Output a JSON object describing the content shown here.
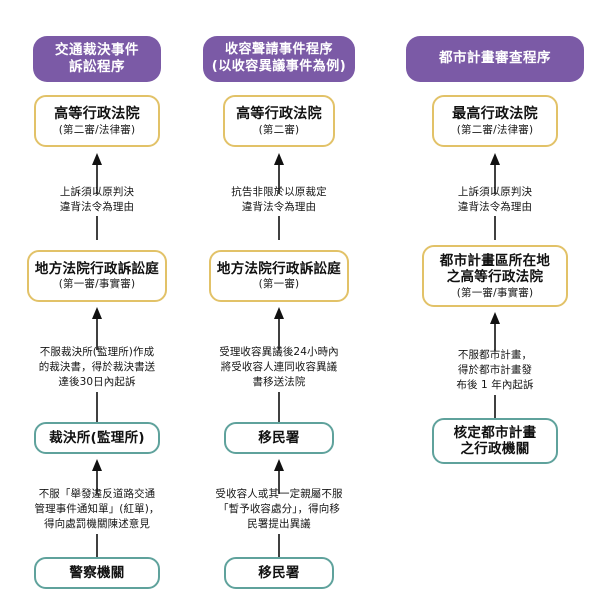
{
  "diagram": {
    "title": "行政訴訟程序流程圖",
    "colors": {
      "header_purple": "#7b5aa6",
      "court_border_gold": "#e2c268",
      "agency_border_teal": "#5fa29c",
      "arrow_black": "#111111",
      "background": "#ffffff"
    },
    "columns": [
      {
        "id": "traffic",
        "header": "交通裁決事件\n訴訟程序",
        "nodes": [
          {
            "id": "t1",
            "kind": "court",
            "title": "高等行政法院",
            "sub": "(第二審/法律審)"
          },
          {
            "id": "t2",
            "kind": "court",
            "title": "地方法院行政訴訟庭",
            "sub": "(第一審/事實審)"
          },
          {
            "id": "t3",
            "kind": "agency",
            "title": "裁決所(監理所)",
            "sub": ""
          },
          {
            "id": "t4",
            "kind": "agency",
            "title": "警察機關",
            "sub": ""
          }
        ],
        "edges": [
          {
            "from": "t2",
            "to": "t1",
            "label": "上訴須以原判決\n違背法令為理由"
          },
          {
            "from": "t3",
            "to": "t2",
            "label": "不服裁決所(監理所)作成\n的裁決書，得於裁決書送\n達後30日內起訴"
          },
          {
            "from": "t4",
            "to": "t3",
            "label": "不服「舉發違反道路交通\n管理事件通知單」(紅單)，\n得向處罰機關陳述意見"
          }
        ]
      },
      {
        "id": "detention",
        "header": "收容聲請事件程序\n(以收容異議事件為例)",
        "nodes": [
          {
            "id": "d1",
            "kind": "court",
            "title": "高等行政法院",
            "sub": "(第二審)"
          },
          {
            "id": "d2",
            "kind": "court",
            "title": "地方法院行政訴訟庭",
            "sub": "(第一審)"
          },
          {
            "id": "d3",
            "kind": "agency",
            "title": "移民署",
            "sub": ""
          },
          {
            "id": "d4",
            "kind": "agency",
            "title": "移民署",
            "sub": ""
          }
        ],
        "edges": [
          {
            "from": "d2",
            "to": "d1",
            "label": "抗告非限於以原裁定\n違背法令為理由"
          },
          {
            "from": "d3",
            "to": "d2",
            "label": "受理收容異議後24小時內\n將受收容人連同收容異議\n書移送法院"
          },
          {
            "from": "d4",
            "to": "d3",
            "label": "受收容人或其一定親屬不服\n「暫予收容處分」，得向移\n民署提出異議"
          }
        ]
      },
      {
        "id": "urbanplan",
        "header": "都市計畫審查程序",
        "nodes": [
          {
            "id": "u1",
            "kind": "court",
            "title": "最高行政法院",
            "sub": "(第二審/法律審)"
          },
          {
            "id": "u2",
            "kind": "court",
            "title": "都市計畫區所在地\n之高等行政法院",
            "sub": "(第一審/事實審)"
          },
          {
            "id": "u3",
            "kind": "agency",
            "title": "核定都市計畫\n之行政機關",
            "sub": ""
          }
        ],
        "edges": [
          {
            "from": "u2",
            "to": "u1",
            "label": "上訴須以原判決\n違背法令為理由"
          },
          {
            "from": "u3",
            "to": "u2",
            "label": "不服都市計畫，\n得於都市計畫發\n布後 1 年內起訴"
          }
        ]
      }
    ]
  }
}
